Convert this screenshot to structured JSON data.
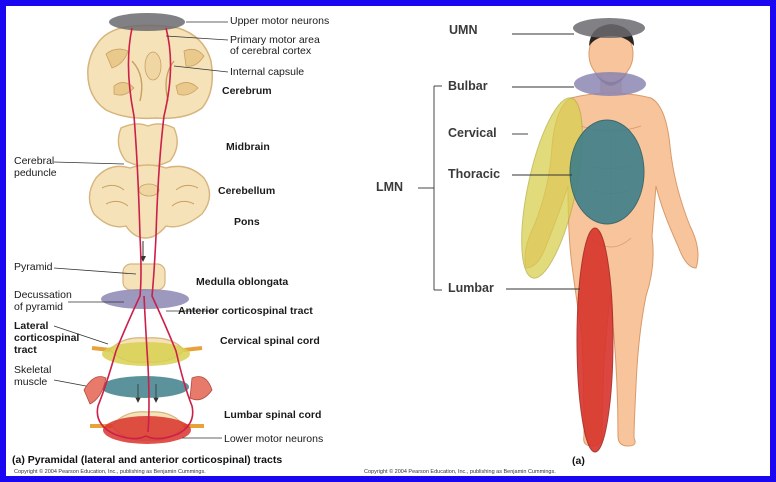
{
  "left_diagram": {
    "labels": {
      "upper_motor_neurons": "Upper motor neurons",
      "primary_motor_area_line1": "Primary motor area",
      "primary_motor_area_line2": "of cerebral cortex",
      "internal_capsule": "Internal capsule",
      "cerebrum": "Cerebrum",
      "midbrain": "Midbrain",
      "cerebral_peduncle_line1": "Cerebral",
      "cerebral_peduncle_line2": "peduncle",
      "cerebellum": "Cerebellum",
      "pons": "Pons",
      "pyramid": "Pyramid",
      "medulla_oblongata": "Medulla oblongata",
      "decussation_line1": "Decussation",
      "decussation_line2": "of pyramid",
      "anterior_tract": "Anterior corticospinal tract",
      "lateral_tract_line1": "Lateral",
      "lateral_tract_line2": "corticospinal",
      "lateral_tract_line3": "tract",
      "cervical_spinal_cord": "Cervical spinal cord",
      "skeletal_muscle_line1": "Skeletal",
      "skeletal_muscle_line2": "muscle",
      "lumbar_spinal_cord": "Lumbar spinal cord",
      "lower_motor_neurons": "Lower motor neurons"
    },
    "caption": "(a) Pyramidal (lateral and anterior corticospinal) tracts",
    "copyright": "Copyright © 2004 Pearson Education, Inc., publishing as Benjamin Cummings."
  },
  "right_diagram": {
    "labels": {
      "umn": "UMN",
      "lmn": "LMN",
      "bulbar": "Bulbar",
      "cervical": "Cervical",
      "thoracic": "Thoracic",
      "lumbar": "Lumbar"
    },
    "caption": "(a)",
    "copyright": "Copyright © 2004 Pearson Education, Inc., publishing as Benjamin Cummings."
  },
  "colors": {
    "frame": "#1a06f0",
    "umn_region": "#6b6a6e",
    "bulbar_region": "#8b86b3",
    "cervical_region": "#d8d051",
    "thoracic_region": "#3f7f8a",
    "lumbar_region": "#d8342c",
    "tract": "#cc1f4a",
    "brain_tissue": "#f6e2b8",
    "skin": "#f7c49b"
  }
}
